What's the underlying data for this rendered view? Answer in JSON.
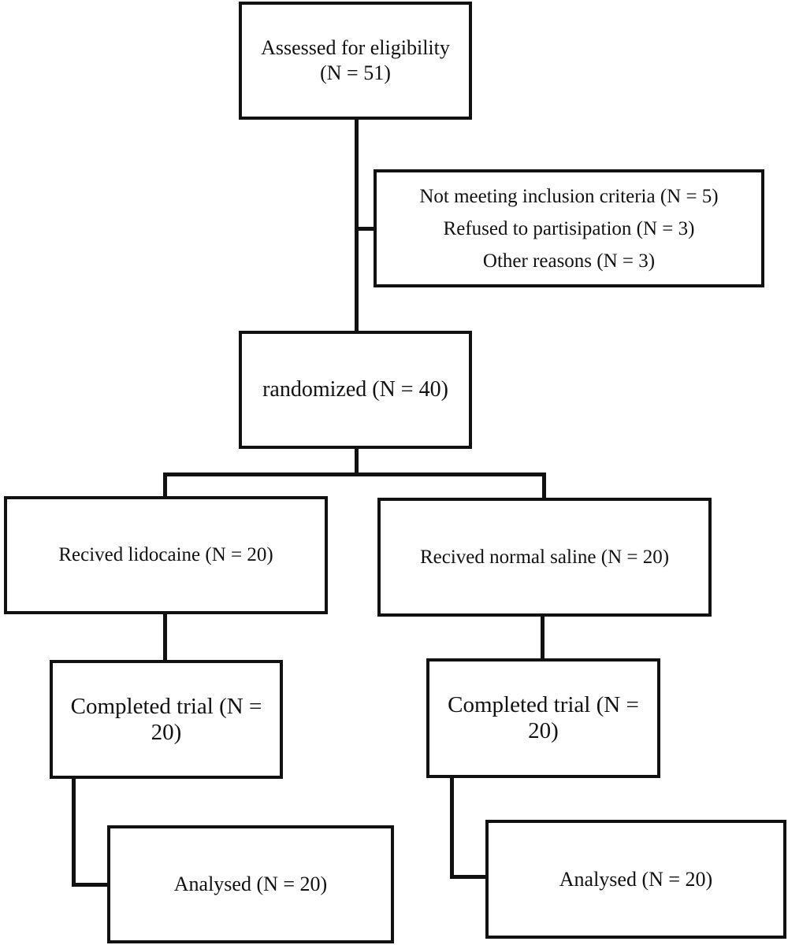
{
  "flow": {
    "assessed": {
      "line1": "Assessed for eligibility",
      "line2": "(N = 51)"
    },
    "excluded": {
      "line1": "Not meeting inclusion criteria (N = 5)",
      "line2": "Refused to partisipation (N = 3)",
      "line3": "Other reasons (N = 3)"
    },
    "randomized": "randomized (N = 40)",
    "lidocaine": {
      "received": "Recived lidocaine (N = 20)",
      "completed": "Completed trial (N = 20)",
      "analysed": "Analysed (N = 20)"
    },
    "saline": {
      "received": "Recived normal saline (N = 20)",
      "completed": "Completed trial (N = 20)",
      "analysed": "Analysed (N = 20)"
    }
  }
}
